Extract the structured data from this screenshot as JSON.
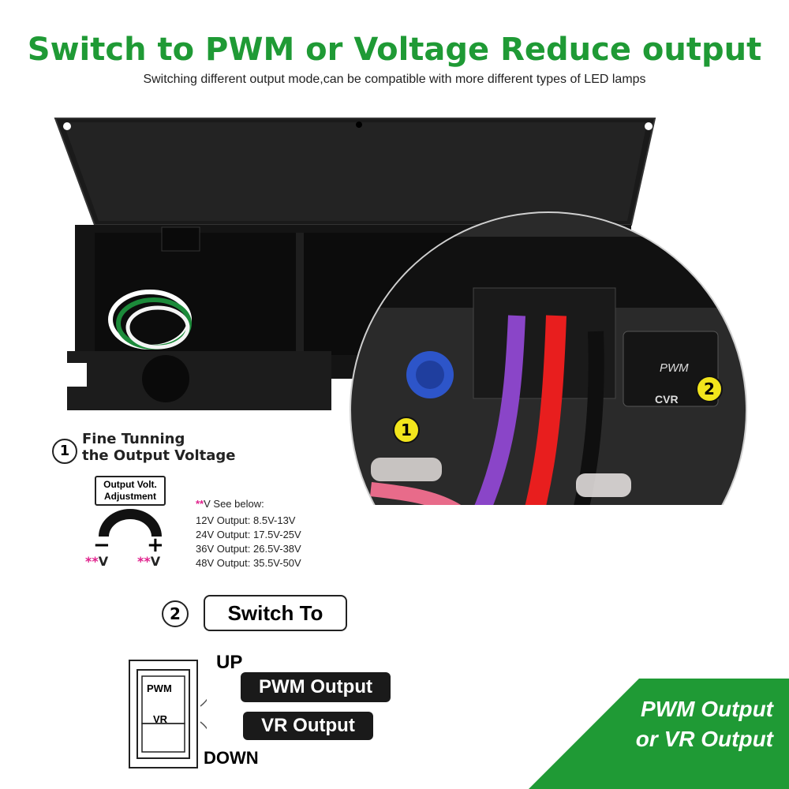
{
  "header": {
    "title": "Switch to PWM or Voltage Reduce output",
    "subtitle": "Switching different output mode,can be compatible with more different types of LED lamps"
  },
  "zoom": {
    "label1": "1",
    "label2": "2",
    "switch_pwm": "PWM",
    "switch_cvr": "CVR"
  },
  "fine_tuning": {
    "number": "1",
    "title_line1": "Fine Tunning",
    "title_line2": "the Output Voltage",
    "box_line1": "Output Volt.",
    "box_line2": "Adjustment",
    "minus": "−",
    "plus": "+",
    "asterisks": "**",
    "v_label": "V",
    "see_below": "V See below:",
    "voltages": [
      "12V Output: 8.5V-13V",
      "24V Output: 17.5V-25V",
      "36V Output: 26.5V-38V",
      "48V Output: 35.5V-50V"
    ]
  },
  "switch_to": {
    "number": "2",
    "label": "Switch To",
    "up": "UP",
    "down": "DOWN",
    "pwm_output": "PWM Output",
    "vr_output": "VR Output",
    "diagram_pwm": "PWM",
    "diagram_vr": "VR"
  },
  "corner": {
    "line1": "PWM Output",
    "line2": "or VR Output",
    "color": "#1f9a35"
  },
  "colors": {
    "title_green": "#1f9a35",
    "accent_yellow": "#f2e51c",
    "asterisk_pink": "#e0208c"
  }
}
